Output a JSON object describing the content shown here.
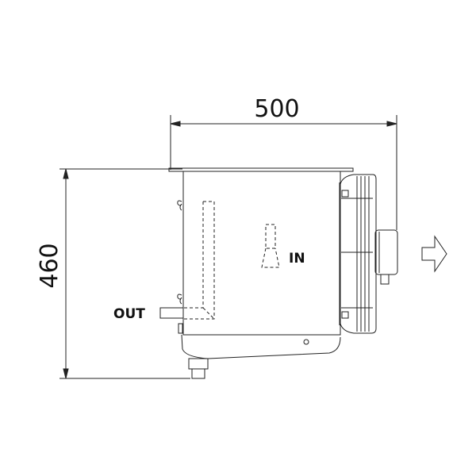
{
  "dimensions": {
    "width_label": "500",
    "height_label": "460"
  },
  "labels": {
    "inlet": "IN",
    "outlet": "OUT"
  },
  "colors": {
    "line": "#222222",
    "background": "#ffffff"
  }
}
